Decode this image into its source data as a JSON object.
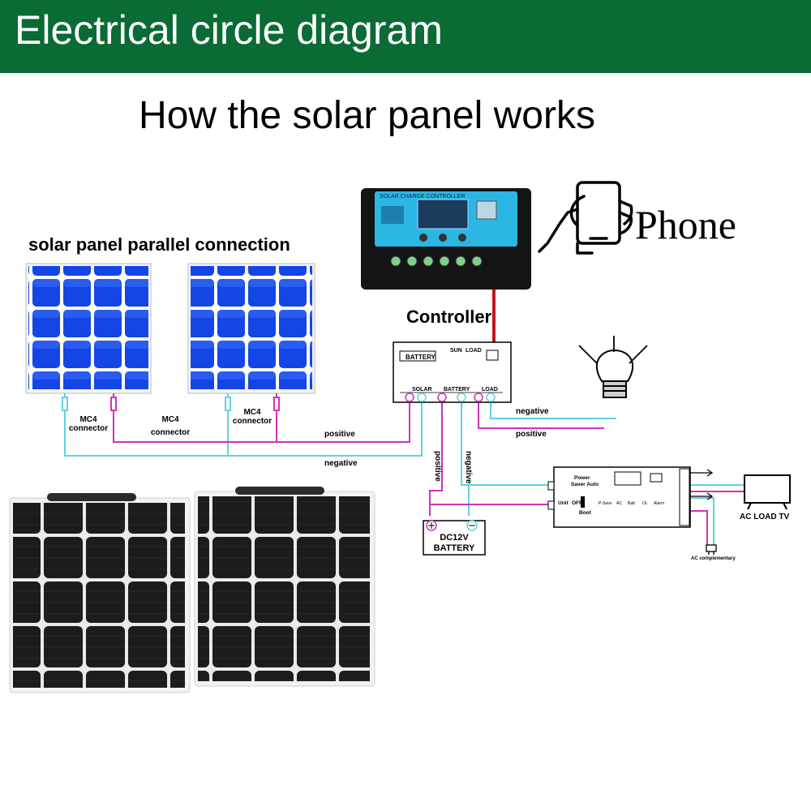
{
  "header": {
    "title": "Electrical circle diagram",
    "subtitle": "How the solar panel works",
    "accent": "#0a6b35"
  },
  "labels": {
    "parallel": "solar panel parallel connection",
    "controller": "Controller",
    "phone": "Phone",
    "mc4_word": "MC4",
    "connector_word": "connector",
    "positive": "positive",
    "negative": "negative",
    "battery_line1": "DC12V",
    "battery_line2": "BATTERY",
    "ac_load_tv": "AC LOAD  TV",
    "ac_complementary": "AC complementary",
    "device_title": "SOLAR CHARGE CONTROLLER"
  },
  "controller_terminals": {
    "battery": "BATTERY",
    "sun": "SUN",
    "load": "LOAD",
    "solar": "SOLAR",
    "battery_short": "BATTERY",
    "load_short": "LOAD"
  },
  "inverter": {
    "power_line1": "Power",
    "power_line2": "Saver Auto",
    "unit": "Unit",
    "off": "OFF",
    "boot": "Boot",
    "modes": [
      "P-Save",
      "AC",
      "Batt",
      "OL",
      "Alarm"
    ]
  },
  "wire_colors": {
    "positive": "#d033b8",
    "negative": "#5fd3e0"
  },
  "icons": [
    "phone-hand-icon",
    "light-bulb-icon",
    "tv-icon",
    "plug-icon"
  ]
}
